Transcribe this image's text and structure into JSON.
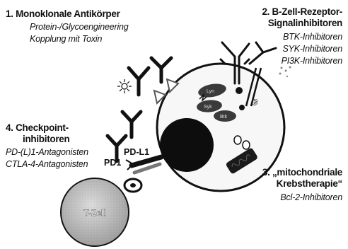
{
  "sections": [
    {
      "heading": [
        "1. Monoklonale Antikörper"
      ],
      "items": [
        "Protein-/Glycoengineering",
        "Kopplung mit Toxin"
      ]
    },
    {
      "heading": [
        "2. B-Zell-Rezeptor-",
        "Signalinhibitoren"
      ],
      "items": [
        "BTK-Inhibitoren",
        "SYK-Inhibitoren",
        "PI3K-Inhibitoren"
      ]
    },
    {
      "heading": [
        "3. „mitochondriale",
        "Krebstherapie“"
      ],
      "items": [
        "Bcl-2-Inhibitoren"
      ]
    },
    {
      "heading": [
        "4. Checkpoint-",
        "inhibitoren"
      ],
      "items": [
        "PD-(L)1-Antagonisten",
        "CTLA-4-Antagonisten"
      ]
    }
  ],
  "labels": {
    "pd_l1": "PD-L1",
    "pd1": "PD1",
    "t_cell": "T-Zell",
    "igb": "Igβ"
  }
}
